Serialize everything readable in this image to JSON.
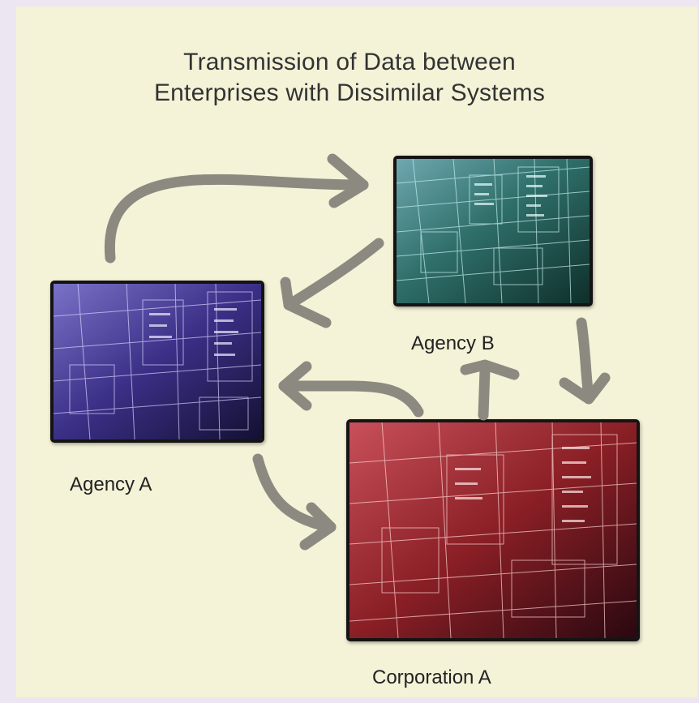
{
  "title_lines": [
    "Transmission of Data between",
    "Enterprises with Dissimilar Systems"
  ],
  "nodes": {
    "agency_a": {
      "label": "Agency A",
      "tint": "#3a2f86"
    },
    "agency_b": {
      "label": "Agency B",
      "tint": "#2f6f6a"
    },
    "corporation_a": {
      "label": "Corporation A",
      "tint": "#8a1f25"
    }
  },
  "colors": {
    "panel": "#f4f2d7",
    "page_edge": "#ece6f3",
    "arrow": "#8c8a80",
    "frame": "#141414"
  },
  "flows": [
    {
      "from": "Agency A",
      "to": "Agency B"
    },
    {
      "from": "Agency B",
      "to": "Agency A"
    },
    {
      "from": "Agency B",
      "to": "Corporation A"
    },
    {
      "from": "Corporation A",
      "to": "Agency A"
    },
    {
      "from": "Corporation A",
      "to": "Agency B"
    },
    {
      "from": "Agency A",
      "to": "Corporation A"
    }
  ]
}
